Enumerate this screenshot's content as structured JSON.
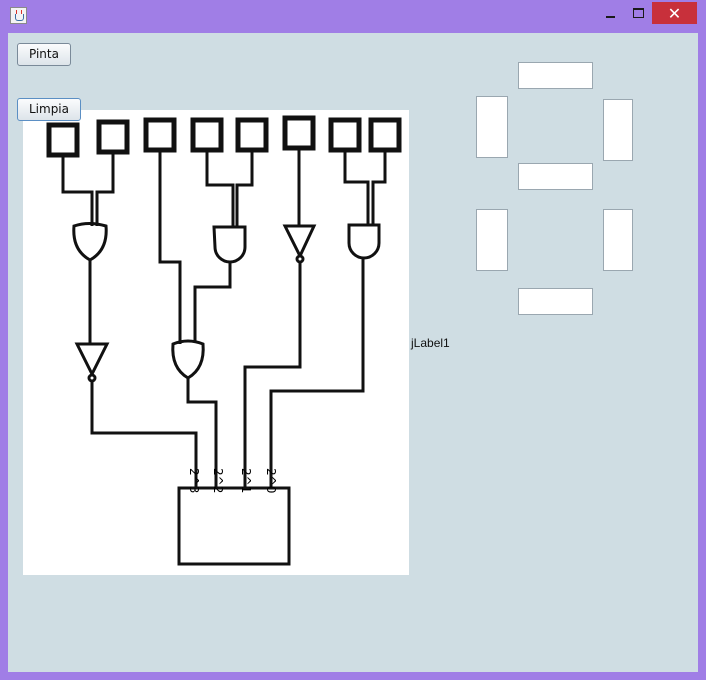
{
  "window": {
    "close_glyph": "✕"
  },
  "buttons": {
    "pinta_label": "Pinta",
    "limpia_label": "Limpia"
  },
  "circuit": {
    "outputs": [
      "2^3",
      "2^2",
      "2^1",
      "2^0"
    ]
  },
  "label": {
    "text": "jLabel1"
  },
  "display": {
    "segments": [
      "top",
      "upper-left",
      "upper-right",
      "middle",
      "lower-left",
      "lower-right",
      "bottom"
    ]
  }
}
